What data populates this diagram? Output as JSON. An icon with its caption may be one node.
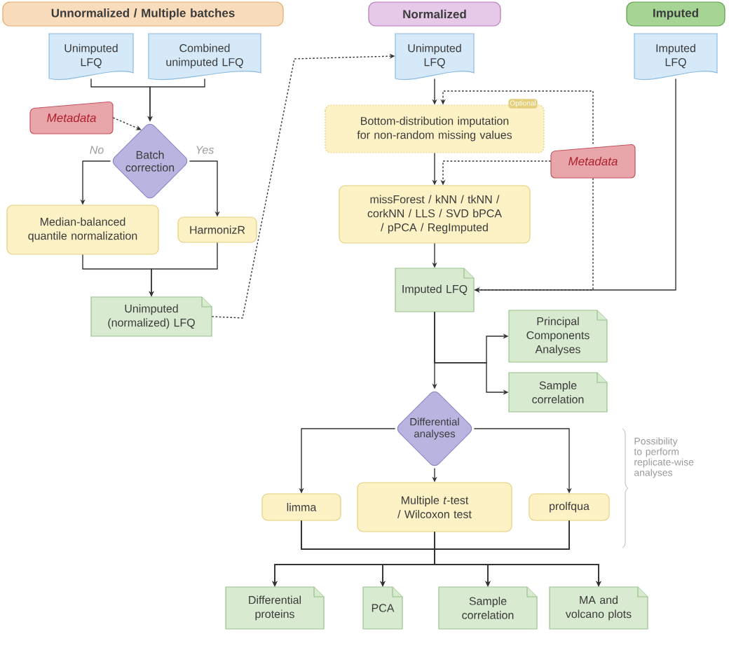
{
  "diagram": {
    "nodes": [
      {
        "text": [
          "Unnormalized / Multiple batches"
        ]
      },
      {
        "text": [
          "Normalized"
        ]
      },
      {
        "text": [
          "Imputed"
        ]
      },
      {
        "text": [
          "Unimputed LFQ"
        ]
      },
      {
        "text": [
          "Combined unimputed LFQ"
        ]
      },
      {
        "text": [
          "Metadata"
        ]
      },
      {
        "text": [
          "Batch correction"
        ]
      },
      {
        "text": [
          "Median-balanced quantile normalization"
        ]
      },
      {
        "text": [
          "HarmonizR"
        ]
      },
      {
        "text": [
          "Unimputed (normalized) LFQ"
        ]
      },
      {
        "text": [
          "Unimputed LFQ"
        ]
      },
      {
        "text": [
          "Imputed LFQ"
        ]
      },
      {
        "text": [
          "Optional",
          "Bottom-distribution imputation for non-random missing values"
        ]
      },
      {
        "text": [
          "missForest / kNN / tkNN / corkNN / LLS / SVD bPCA / pPCA / RegImputed"
        ]
      },
      {
        "text": [
          "Metadata"
        ]
      },
      {
        "text": [
          "Imputed LFQ"
        ]
      },
      {
        "text": [
          "Principal Components Analyses"
        ]
      },
      {
        "text": [
          "Sample correlation"
        ]
      },
      {
        "text": [
          "Differential analyses"
        ]
      },
      {
        "text": [
          "limma"
        ]
      },
      {
        "text": [
          "Multiple *t*-test / Wilcoxon test"
        ]
      },
      {
        "text": [
          "prolfqua"
        ]
      },
      {
        "text": [
          "Differential proteins"
        ]
      },
      {
        "text": [
          "PCA"
        ]
      },
      {
        "text": [
          "Sample correlation"
        ]
      },
      {
        "text": [
          "MA and volcano plots"
        ]
      }
    ],
    "edges": [
      {
        "from": 3,
        "to": 6,
        "arrow": "to"
      },
      {
        "from": 4,
        "to": 6,
        "arrow": "to"
      },
      {
        "from": 5,
        "to": 6,
        "arrow": "to",
        "style": "dashed"
      },
      {
        "from": 6,
        "to": 7,
        "arrow": "to",
        "label": "No"
      },
      {
        "from": 6,
        "to": 8,
        "arrow": "to",
        "label": "Yes"
      },
      {
        "from": 7,
        "to": 9,
        "arrow": "to"
      },
      {
        "from": 8,
        "to": 9,
        "arrow": "to"
      },
      {
        "from": 9,
        "to": 10,
        "arrow": "to",
        "style": "dashed"
      },
      {
        "from": 10,
        "to": 12,
        "arrow": "to"
      },
      {
        "from": 12,
        "to": 13,
        "arrow": "to"
      },
      {
        "from": 13,
        "to": 15,
        "arrow": "to"
      },
      {
        "from": 14,
        "to": 12,
        "arrow": "to",
        "style": "dashed"
      },
      {
        "from": 14,
        "to": 13,
        "arrow": "to",
        "style": "dashed"
      },
      {
        "from": 14,
        "to": 15,
        "arrow": "to",
        "style": "dashed"
      },
      {
        "from": 11,
        "to": 15,
        "arrow": "to"
      },
      {
        "from": 15,
        "to": 16,
        "arrow": "to"
      },
      {
        "from": 15,
        "to": 17,
        "arrow": "to"
      },
      {
        "from": 15,
        "to": 18,
        "arrow": "to"
      },
      {
        "from": 18,
        "to": 19,
        "arrow": "to"
      },
      {
        "from": 18,
        "to": 20,
        "arrow": "to"
      },
      {
        "from": 18,
        "to": 21,
        "arrow": "to"
      },
      {
        "from": 19,
        "to": 22,
        "arrow": "to"
      },
      {
        "from": 19,
        "to": 23,
        "arrow": "to"
      },
      {
        "from": 19,
        "to": 24,
        "arrow": "to"
      },
      {
        "from": 19,
        "to": 25,
        "arrow": "to"
      },
      {
        "from": 20,
        "to": 22,
        "arrow": "to"
      },
      {
        "from": 20,
        "to": 23,
        "arrow": "to"
      },
      {
        "from": 20,
        "to": 24,
        "arrow": "to"
      },
      {
        "from": 20,
        "to": 25,
        "arrow": "to"
      },
      {
        "from": 21,
        "to": 22,
        "arrow": "to"
      },
      {
        "from": 21,
        "to": 23,
        "arrow": "to"
      },
      {
        "from": 21,
        "to": 24,
        "arrow": "to"
      },
      {
        "from": 21,
        "to": 25,
        "arrow": "to"
      }
    ],
    "labels": [
      "Possibility to perform replicate-wise analyses"
    ]
  }
}
